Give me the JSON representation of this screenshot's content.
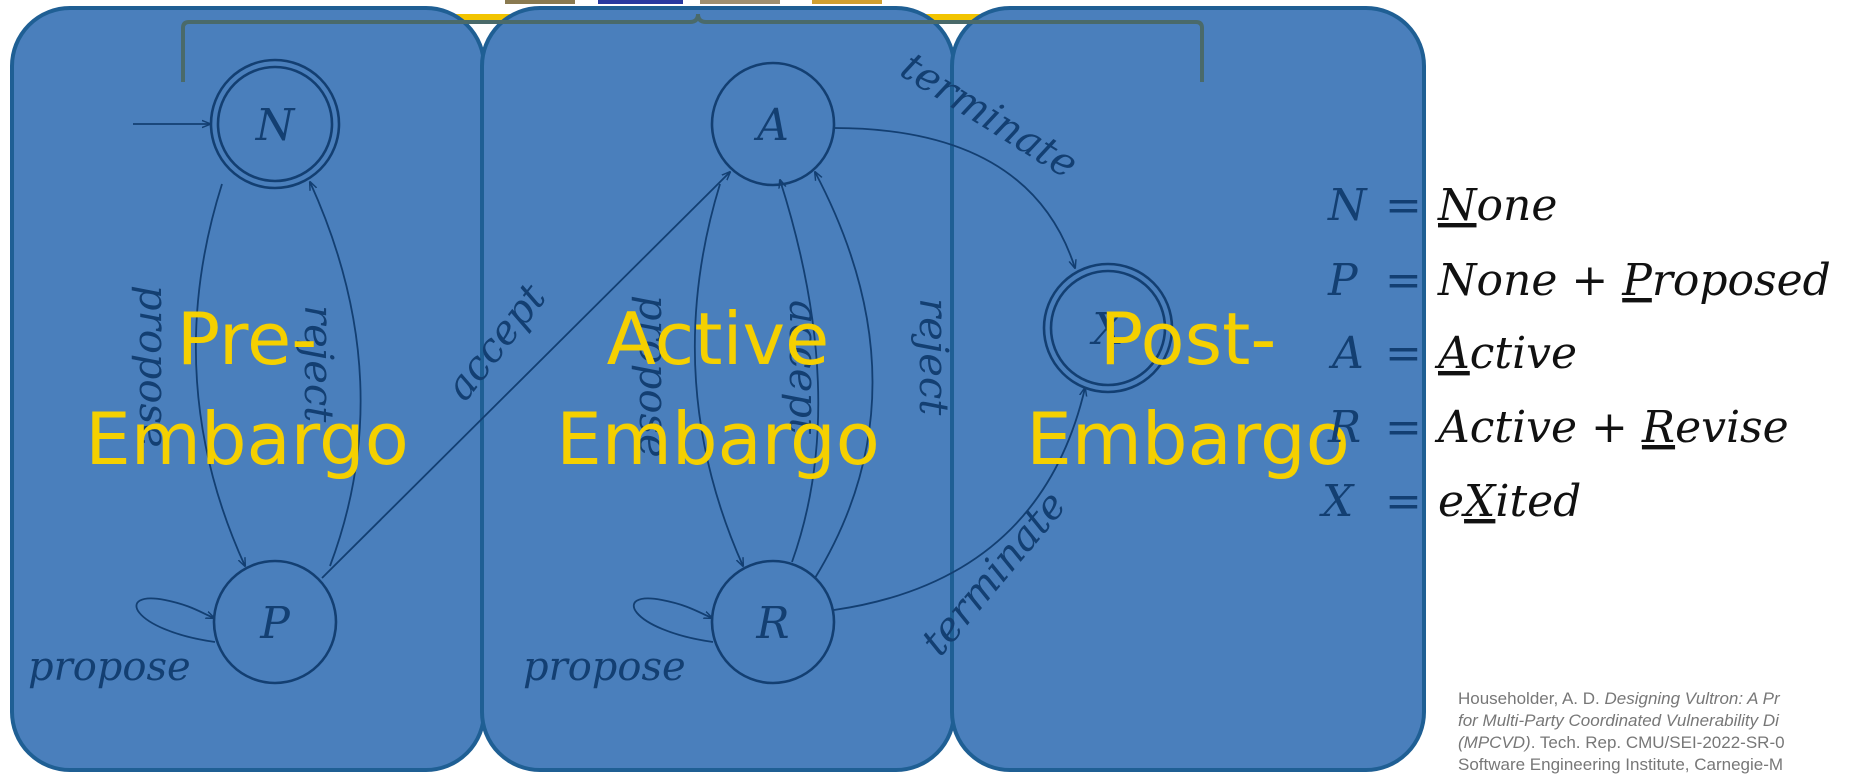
{
  "colors": {
    "panel_fill": "#4a7fbc",
    "panel_stroke": "#1f5f94",
    "node_stroke": "#133f72",
    "node_text": "#133f72",
    "label_color": "#f5d000",
    "accent_bar": "#f2c400",
    "legend_text": "#111111",
    "citation_text": "#777777"
  },
  "panels": [
    {
      "id": "pre",
      "line1": "Pre-",
      "line2": "Embargo"
    },
    {
      "id": "active",
      "line1": "Active",
      "line2": "Embargo"
    },
    {
      "id": "post",
      "line1": "Post-",
      "line2": "Embargo"
    }
  ],
  "states": [
    {
      "id": "N",
      "label": "N",
      "initial": true,
      "accepting": true
    },
    {
      "id": "P",
      "label": "P",
      "initial": false,
      "accepting": false
    },
    {
      "id": "A",
      "label": "A",
      "initial": false,
      "accepting": false
    },
    {
      "id": "R",
      "label": "R",
      "initial": false,
      "accepting": false
    },
    {
      "id": "X",
      "label": "X",
      "initial": false,
      "accepting": true
    }
  ],
  "transitions": [
    {
      "from": "N",
      "to": "P",
      "label": "propose"
    },
    {
      "from": "P",
      "to": "N",
      "label": "reject"
    },
    {
      "from": "P",
      "to": "P",
      "label": "propose"
    },
    {
      "from": "P",
      "to": "A",
      "label": "accept"
    },
    {
      "from": "A",
      "to": "R",
      "label": "propose"
    },
    {
      "from": "R",
      "to": "A",
      "label": "accept"
    },
    {
      "from": "R",
      "to": "A",
      "label": "reject"
    },
    {
      "from": "R",
      "to": "R",
      "label": "propose"
    },
    {
      "from": "A",
      "to": "X",
      "label": "terminate"
    },
    {
      "from": "R",
      "to": "X",
      "label": "terminate"
    }
  ],
  "legend": [
    {
      "symbol": "N",
      "pre": "",
      "u": "N",
      "post": "one"
    },
    {
      "symbol": "P",
      "pre": "None + ",
      "u": "P",
      "post": "roposed"
    },
    {
      "symbol": "A",
      "pre": "",
      "u": "A",
      "post": "ctive"
    },
    {
      "symbol": "R",
      "pre": "Active + ",
      "u": "R",
      "post": "evise"
    },
    {
      "symbol": "X",
      "pre": "e",
      "u": "X",
      "post": "ited"
    }
  ],
  "legend_equals": "=",
  "citation": {
    "line1_plain": "Householder, A. D. ",
    "line1_italic": "Designing Vultron: A Pr",
    "line2_italic": "for Multi-Party Coordinated Vulnerability Di",
    "line3_italic": "(MPCVD)",
    "line3_plain": ". Tech. Rep. CMU/SEI-2022-SR-0",
    "line4_plain": "Software Engineering Institute, Carnegie-M"
  }
}
